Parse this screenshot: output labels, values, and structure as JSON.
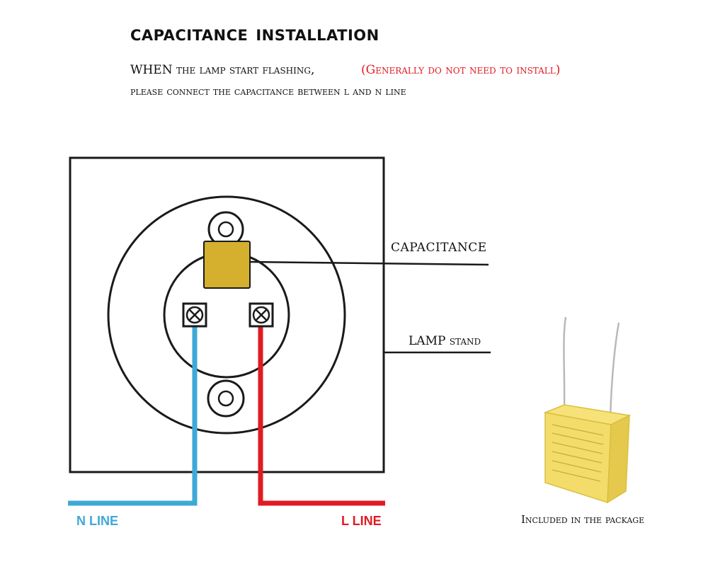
{
  "title": "capacitance installation",
  "instruction": {
    "line1_main": "WHEN the lamp start flashing,",
    "line1_note": "(Generally do not need to install)",
    "line2": "please connect the capacitance between L and N line"
  },
  "labels": {
    "capacitance": "CAPACITANCE",
    "lamp_stand": "LAMP stand",
    "n_line": "N LINE",
    "l_line": "L LINE",
    "included": "Included in the package"
  },
  "colors": {
    "n_wire": "#3fa9d6",
    "l_wire": "#e21a23",
    "capacitor_body": "#d4b02e",
    "product_body": "#f3dc6a",
    "note_text": "#e21a23"
  },
  "icons": [
    "terminal-screw-icon",
    "mounting-hole-icon",
    "capacitor-product-image"
  ]
}
